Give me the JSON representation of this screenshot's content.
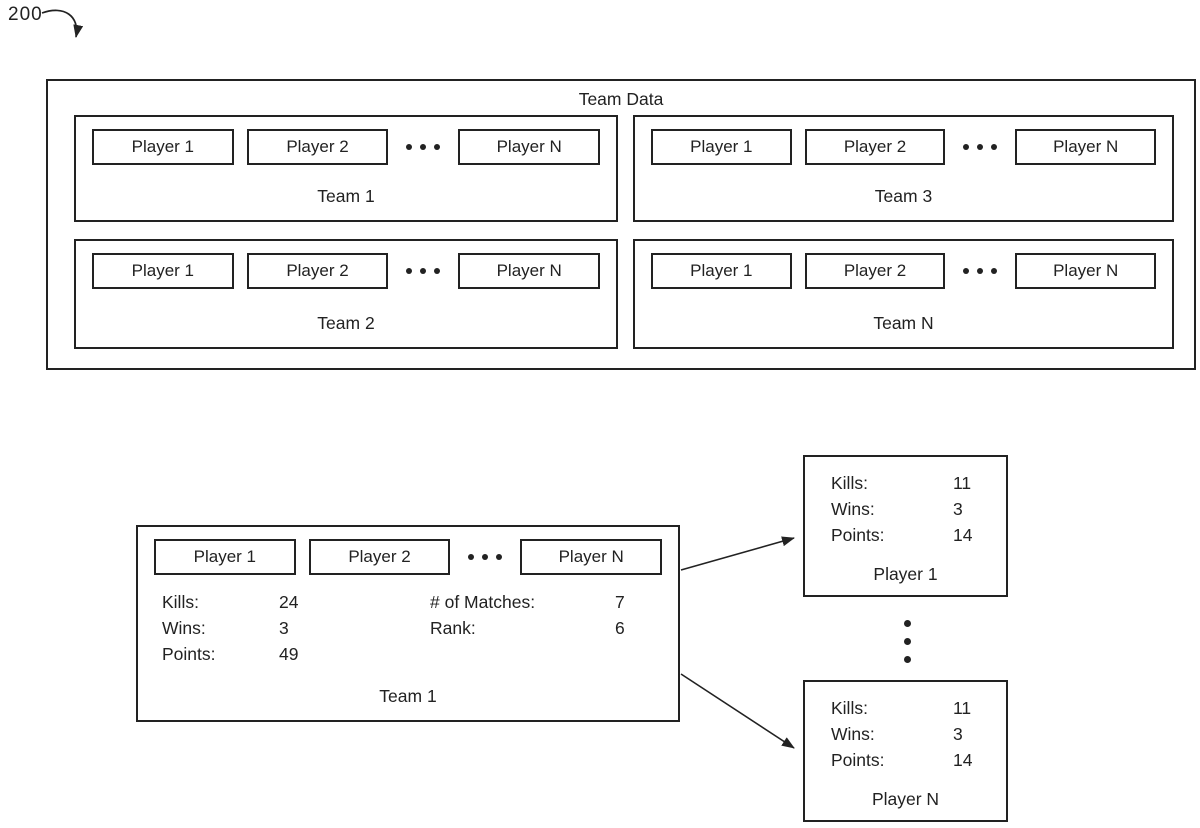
{
  "figure": {
    "ref_label": "200"
  },
  "colors": {
    "ink": "#222222",
    "background": "#ffffff"
  },
  "icons": {
    "horizontal_ellipsis": "• • •",
    "vertical_ellipsis": "⋮"
  },
  "team_data": {
    "title": "Team Data",
    "teams": [
      {
        "label": "Team 1",
        "players": [
          "Player 1",
          "Player 2",
          "Player N"
        ]
      },
      {
        "label": "Team 3",
        "players": [
          "Player 1",
          "Player 2",
          "Player N"
        ]
      },
      {
        "label": "Team 2",
        "players": [
          "Player 1",
          "Player 2",
          "Player N"
        ]
      },
      {
        "label": "Team N",
        "players": [
          "Player 1",
          "Player 2",
          "Player N"
        ]
      }
    ]
  },
  "team_detail": {
    "label": "Team 1",
    "players": [
      "Player 1",
      "Player 2",
      "Player N"
    ],
    "stats_left": [
      {
        "label": "Kills:",
        "value": "24"
      },
      {
        "label": "Wins:",
        "value": "3"
      },
      {
        "label": "Points:",
        "value": "49"
      }
    ],
    "stats_right": [
      {
        "label": "# of Matches:",
        "value": "7"
      },
      {
        "label": "Rank:",
        "value": "6"
      }
    ]
  },
  "player_details": [
    {
      "label": "Player 1",
      "stats": [
        {
          "label": "Kills:",
          "value": "11"
        },
        {
          "label": "Wins:",
          "value": "3"
        },
        {
          "label": "Points:",
          "value": "14"
        }
      ]
    },
    {
      "label": "Player N",
      "stats": [
        {
          "label": "Kills:",
          "value": "11"
        },
        {
          "label": "Wins:",
          "value": "3"
        },
        {
          "label": "Points:",
          "value": "14"
        }
      ]
    }
  ]
}
